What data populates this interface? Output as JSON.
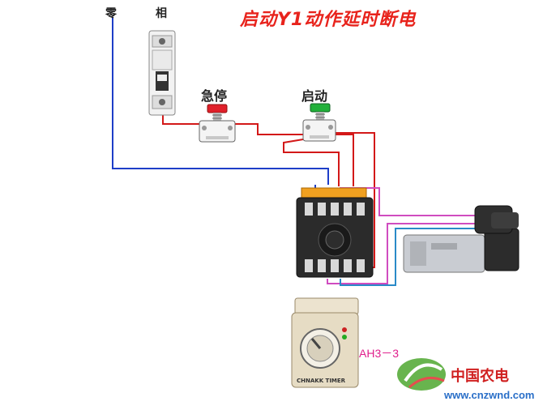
{
  "diagram": {
    "title": "启动Y1动作延时断电",
    "labels": {
      "neutral": "零",
      "live": "相",
      "estop": "急停",
      "start": "启动",
      "timer_model": "AH3－3"
    },
    "timer_face_text": "CHNAKK TIMER",
    "watermark": {
      "brand": "中国农电",
      "url": "www.cnzwnd.com"
    },
    "colors": {
      "wire_red": "#d31818",
      "wire_blue": "#1e3ec8",
      "wire_magenta": "#d04cc0",
      "title": "#e8231c",
      "estop_button": "#e0202a",
      "start_button": "#22b03a"
    }
  }
}
